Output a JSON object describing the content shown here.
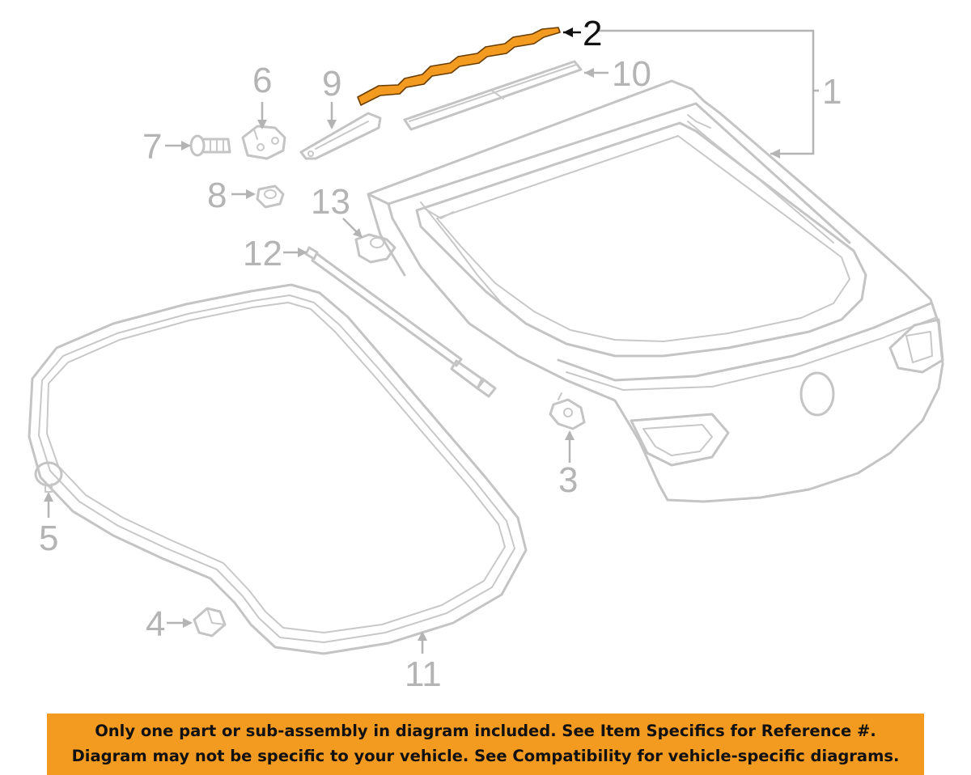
{
  "callouts": {
    "c1": "1",
    "c2": "2",
    "c3": "3",
    "c4": "4",
    "c5": "5",
    "c6": "6",
    "c7": "7",
    "c8": "8",
    "c9": "9",
    "c10": "10",
    "c11": "11",
    "c12": "12",
    "c13": "13"
  },
  "highlighted_part": "2",
  "colors": {
    "highlight": "#f39a20",
    "line": "#c4c4c4",
    "label": "#b4b4b4",
    "banner": "#f39a20"
  },
  "banner": {
    "line1": "Only one part or sub-assembly in diagram included. See Item Specifics for Reference #.",
    "line2": "Diagram may not be specific to your vehicle. See Compatibility for vehicle-specific diagrams."
  }
}
